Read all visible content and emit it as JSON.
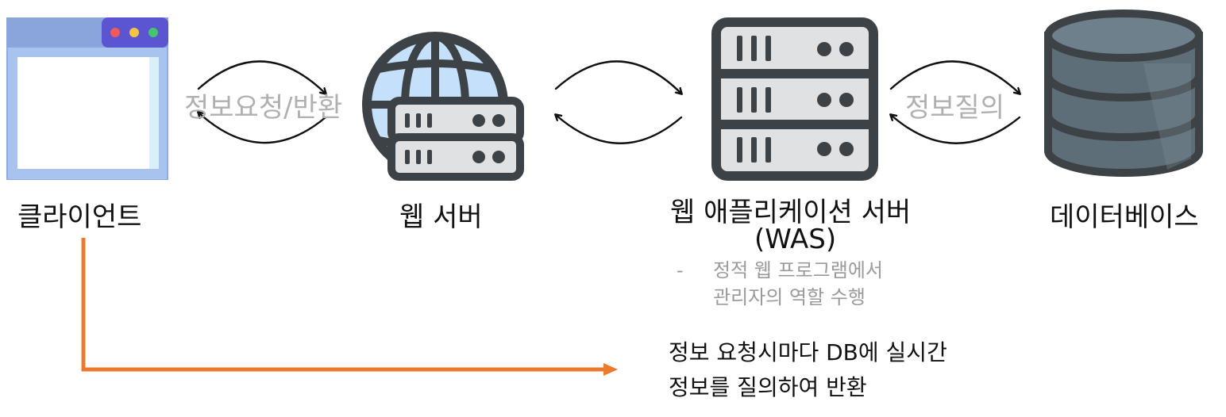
{
  "nodes": {
    "client": {
      "label": "클라이언트",
      "icon": "browser-window-icon"
    },
    "web_server": {
      "label": "웹 서버",
      "icon": "globe-server-icon"
    },
    "was": {
      "label_line1": "웹 애플리케이션 서버",
      "label_line2": "(WAS)",
      "icon": "server-rack-icon"
    },
    "database": {
      "label": "데이터베이스",
      "icon": "database-icon"
    }
  },
  "edges": {
    "client_web": "정보요청/반환",
    "was_db": "정보질의"
  },
  "was_note": {
    "dash": "-",
    "line1": "정적 웹 프로그램에서",
    "line2": "관리자의 역할 수행"
  },
  "bottom_note": {
    "line1": "정보 요청시마다 DB에 실시간",
    "line2": "정보를 질의하여 반환"
  },
  "colors": {
    "arrow_orange": "#ec7a2e",
    "icon_dark": "#3c4246",
    "browser_blue": "#90abe0",
    "browser_purple": "#5b55d1",
    "globe_blue": "#c5e0fb",
    "server_gray": "#dfe1e3",
    "db_slate": "#5e6e78"
  }
}
